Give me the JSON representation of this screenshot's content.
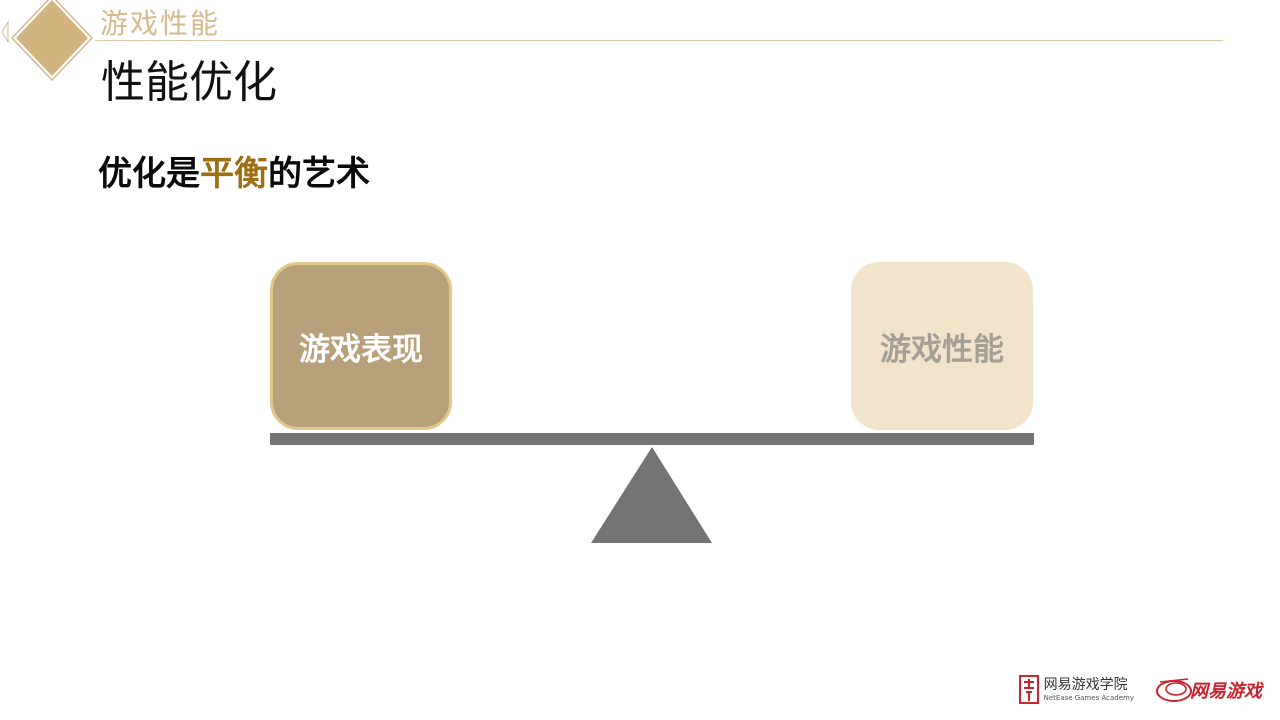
{
  "header": {
    "section": "游戏性能",
    "title": "性能优化"
  },
  "main": {
    "heading": {
      "prefix": "优化是",
      "highlight": "平衡",
      "suffix": "的艺术"
    },
    "balance": {
      "left_label": "游戏表现",
      "right_label": "游戏性能"
    }
  },
  "footer": {
    "academy_name": "网易游戏学院",
    "academy_en": "NetEase Games Academy",
    "games_name": "网易游戏"
  },
  "colors": {
    "accent_gold": "#9d6e12",
    "left_box": "#b8a07a",
    "right_box": "#f2e4ca",
    "balance_gray": "#747474"
  }
}
